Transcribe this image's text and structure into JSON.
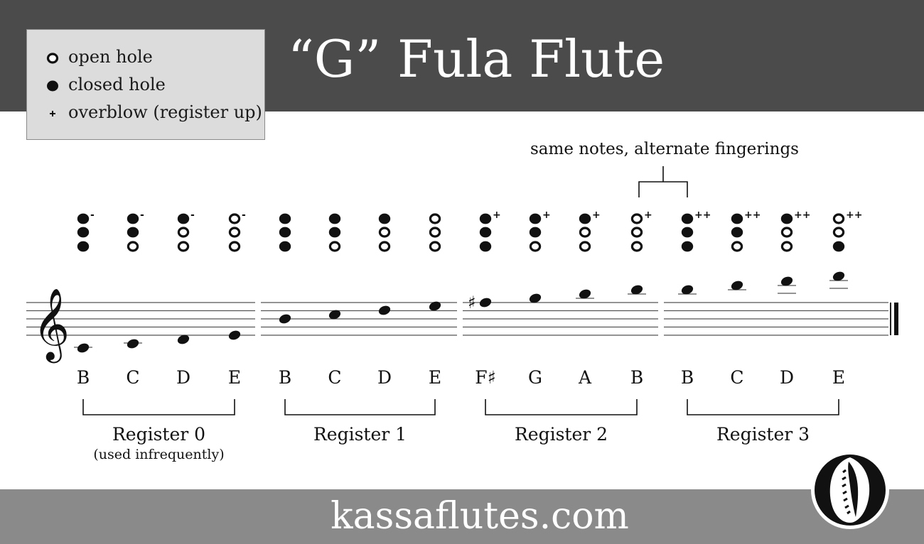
{
  "header": {
    "title": "“G” Fula Flute"
  },
  "legend": {
    "items": [
      {
        "symbol": "open-hole-icon",
        "label": "open hole"
      },
      {
        "symbol": "closed-hole-icon",
        "label": "closed hole"
      },
      {
        "symbol": "overblow-plus-icon",
        "label": "overblow (register up)"
      }
    ]
  },
  "annotation": {
    "alternate_label": "same notes, alternate fingerings"
  },
  "fingering_chart": {
    "notes": [
      {
        "name": "B",
        "holes": [
          "closed",
          "closed",
          "closed"
        ],
        "mark": "-"
      },
      {
        "name": "C",
        "holes": [
          "closed",
          "closed",
          "open"
        ],
        "mark": "-"
      },
      {
        "name": "D",
        "holes": [
          "closed",
          "open",
          "open"
        ],
        "mark": "-"
      },
      {
        "name": "E",
        "holes": [
          "open",
          "open",
          "open"
        ],
        "mark": "-"
      },
      {
        "name": "B",
        "holes": [
          "closed",
          "closed",
          "closed"
        ],
        "mark": ""
      },
      {
        "name": "C",
        "holes": [
          "closed",
          "closed",
          "open"
        ],
        "mark": ""
      },
      {
        "name": "D",
        "holes": [
          "closed",
          "open",
          "open"
        ],
        "mark": ""
      },
      {
        "name": "E",
        "holes": [
          "open",
          "open",
          "open"
        ],
        "mark": ""
      },
      {
        "name": "F♯",
        "holes": [
          "closed",
          "closed",
          "closed"
        ],
        "mark": "+"
      },
      {
        "name": "G",
        "holes": [
          "closed",
          "closed",
          "open"
        ],
        "mark": "+"
      },
      {
        "name": "A",
        "holes": [
          "closed",
          "open",
          "open"
        ],
        "mark": "+"
      },
      {
        "name": "B",
        "holes": [
          "open",
          "open",
          "open"
        ],
        "mark": "+"
      },
      {
        "name": "B",
        "holes": [
          "closed",
          "closed",
          "closed"
        ],
        "mark": "++"
      },
      {
        "name": "C",
        "holes": [
          "closed",
          "closed",
          "open"
        ],
        "mark": "++"
      },
      {
        "name": "D",
        "holes": [
          "closed",
          "open",
          "open"
        ],
        "mark": "++"
      },
      {
        "name": "E",
        "holes": [
          "open",
          "open",
          "closed"
        ],
        "mark": "++"
      }
    ],
    "registers": [
      {
        "label": "Register 0",
        "sublabel": "(used infrequently)"
      },
      {
        "label": "Register 1",
        "sublabel": ""
      },
      {
        "label": "Register 2",
        "sublabel": ""
      },
      {
        "label": "Register 3",
        "sublabel": ""
      }
    ]
  },
  "footer": {
    "website": "kassaflutes.com",
    "logo": "cowrie-shell-logo"
  },
  "colors": {
    "header_bg": "#4b4b4b",
    "footer_bg": "#8a8a8a",
    "legend_bg": "#dcdcdc",
    "ink": "#111111"
  }
}
